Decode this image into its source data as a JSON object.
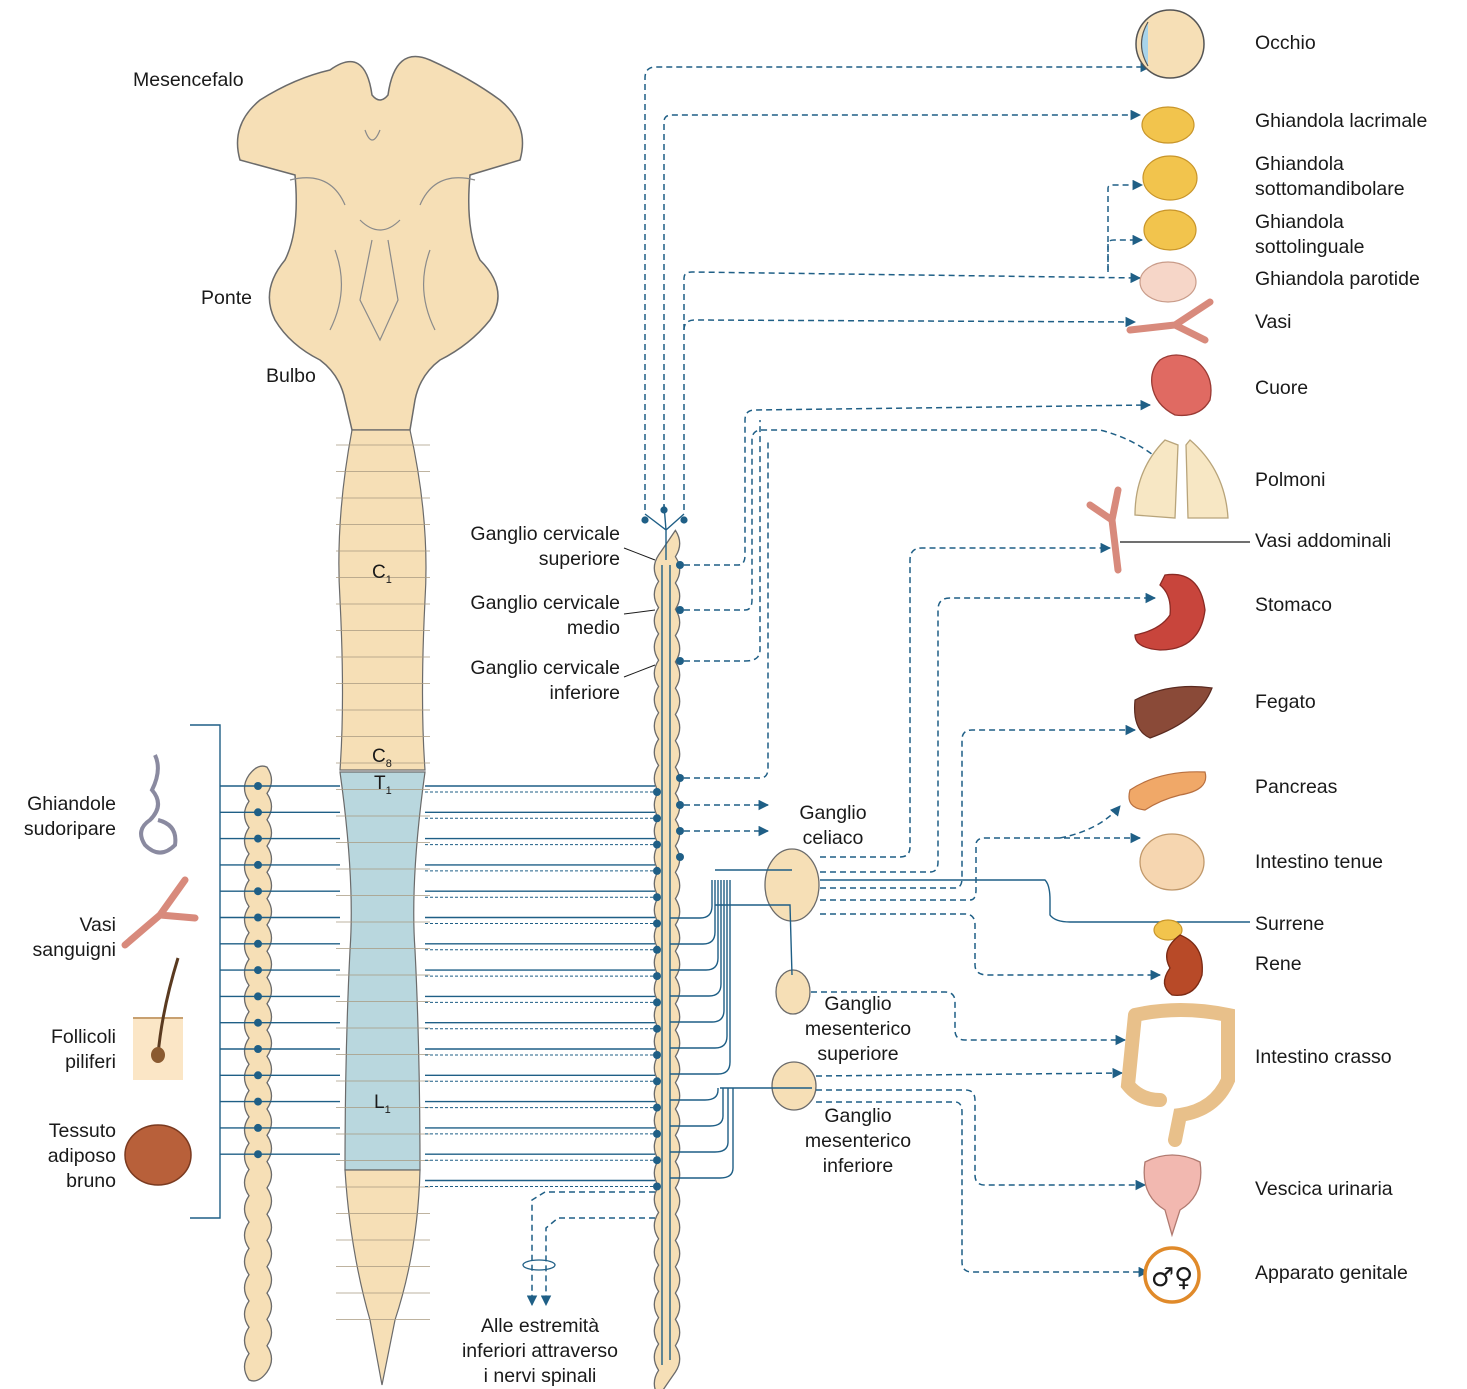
{
  "brain_labels": {
    "mesencephalon": "Mesencefalo",
    "pons": "Ponte",
    "medulla": "Bulbo"
  },
  "segments": {
    "c1": {
      "letter": "C",
      "num": "1"
    },
    "c8": {
      "letter": "C",
      "num": "8"
    },
    "t1": {
      "letter": "T",
      "num": "1"
    },
    "l1": {
      "letter": "L",
      "num": "1"
    }
  },
  "ganglia": {
    "cervical_superior": [
      "Ganglio cervicale",
      "superiore"
    ],
    "cervical_middle": [
      "Ganglio cervicale",
      "medio"
    ],
    "cervical_inferior": [
      "Ganglio cervicale",
      "inferiore"
    ],
    "celiac": [
      "Ganglio",
      "celiaco"
    ],
    "mesenteric_superior": [
      "Ganglio",
      "mesenterico",
      "superiore"
    ],
    "mesenteric_inferior": [
      "Ganglio",
      "mesenterico",
      "inferiore"
    ]
  },
  "skin_targets": {
    "sweat_glands": [
      "Ghiandole",
      "sudoripare"
    ],
    "blood_vessels": [
      "Vasi",
      "sanguigni"
    ],
    "hair_follicles": [
      "Follicoli",
      "piliferi"
    ],
    "brown_fat": [
      "Tessuto",
      "adiposo",
      "bruno"
    ]
  },
  "lower_limbs": [
    "Alle estremità",
    "inferiori attraverso",
    "i nervi spinali"
  ],
  "organs": [
    {
      "id": "eye",
      "lines": [
        "Occhio"
      ]
    },
    {
      "id": "lacrimal",
      "lines": [
        "Ghiandola lacrimale"
      ]
    },
    {
      "id": "submandibular",
      "lines": [
        "Ghiandola",
        "sottomandibolare"
      ]
    },
    {
      "id": "sublingual",
      "lines": [
        "Ghiandola",
        "sottolinguale"
      ]
    },
    {
      "id": "parotid",
      "lines": [
        "Ghiandola parotide"
      ]
    },
    {
      "id": "vessels",
      "lines": [
        "Vasi"
      ]
    },
    {
      "id": "heart",
      "lines": [
        "Cuore"
      ]
    },
    {
      "id": "lungs",
      "lines": [
        "Polmoni"
      ]
    },
    {
      "id": "abdominal_vessels",
      "lines": [
        "Vasi addominali"
      ]
    },
    {
      "id": "stomach",
      "lines": [
        "Stomaco"
      ]
    },
    {
      "id": "liver",
      "lines": [
        "Fegato"
      ]
    },
    {
      "id": "pancreas",
      "lines": [
        "Pancreas"
      ]
    },
    {
      "id": "small_intestine",
      "lines": [
        "Intestino tenue"
      ]
    },
    {
      "id": "adrenal",
      "lines": [
        "Surrene"
      ]
    },
    {
      "id": "kidney",
      "lines": [
        "Rene"
      ]
    },
    {
      "id": "large_intestine",
      "lines": [
        "Intestino crasso"
      ]
    },
    {
      "id": "bladder",
      "lines": [
        "Vescica urinaria"
      ]
    },
    {
      "id": "genital",
      "lines": [
        "Apparato genitale"
      ]
    }
  ],
  "colors": {
    "nerve": "#1f5f86",
    "tissue": "#f6dfb6",
    "tissue_outline": "#6b6b6b",
    "thoracolumbar": "#b9d7de",
    "gland": "#f2c44d"
  },
  "icons": {
    "genital": "male-female-symbol-icon"
  }
}
